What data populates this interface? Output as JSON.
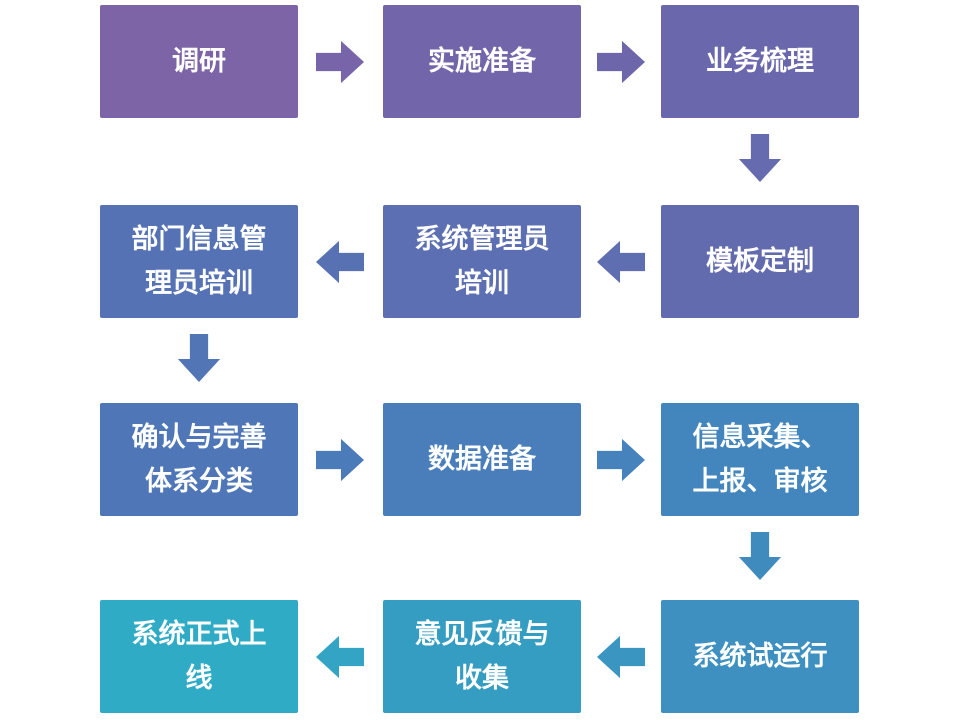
{
  "diagram": {
    "type": "flowchart",
    "description": "System implementation process flow, 12 steps in serpentine layout"
  },
  "nodes": [
    {
      "step": 1,
      "label": "调研",
      "color": "#7C64A7"
    },
    {
      "step": 2,
      "label": "实施准备",
      "color": "#7365AA"
    },
    {
      "step": 3,
      "label": "业务梳理",
      "color": "#6A67AD"
    },
    {
      "step": 4,
      "label": "模板定制",
      "color": "#636BAF"
    },
    {
      "step": 5,
      "label": "系统管理员\n培训",
      "color": "#5C6FB2"
    },
    {
      "step": 6,
      "label": "部门信息管\n理员培训",
      "color": "#5572B5"
    },
    {
      "step": 7,
      "label": "确认与完善\n体系分类",
      "color": "#4F77B8"
    },
    {
      "step": 8,
      "label": "数据准备",
      "color": "#497EBA"
    },
    {
      "step": 9,
      "label": "信息采集、\n上报、审核",
      "color": "#4386BD"
    },
    {
      "step": 10,
      "label": "系统试运行",
      "color": "#3D90C0"
    },
    {
      "step": 11,
      "label": "意见反馈与\n收集",
      "color": "#369DC2"
    },
    {
      "step": 12,
      "label": "系统正式上\n线",
      "color": "#2FABC5"
    }
  ],
  "arrows": [
    {
      "from": 1,
      "to": 2,
      "direction": "right",
      "color": "#7865A9"
    },
    {
      "from": 2,
      "to": 3,
      "direction": "right",
      "color": "#6E66AB"
    },
    {
      "from": 3,
      "to": 4,
      "direction": "down",
      "color": "#666AAE"
    },
    {
      "from": 4,
      "to": 5,
      "direction": "left",
      "color": "#5F6DB1"
    },
    {
      "from": 5,
      "to": 6,
      "direction": "left",
      "color": "#5871B3"
    },
    {
      "from": 6,
      "to": 7,
      "direction": "down",
      "color": "#5275B6"
    },
    {
      "from": 7,
      "to": 8,
      "direction": "right",
      "color": "#4C7BB9"
    },
    {
      "from": 8,
      "to": 9,
      "direction": "right",
      "color": "#4682BC"
    },
    {
      "from": 9,
      "to": 10,
      "direction": "down",
      "color": "#408BBE"
    },
    {
      "from": 10,
      "to": 11,
      "direction": "left",
      "color": "#3A96C1"
    },
    {
      "from": 11,
      "to": 12,
      "direction": "left",
      "color": "#33A4C3"
    }
  ]
}
